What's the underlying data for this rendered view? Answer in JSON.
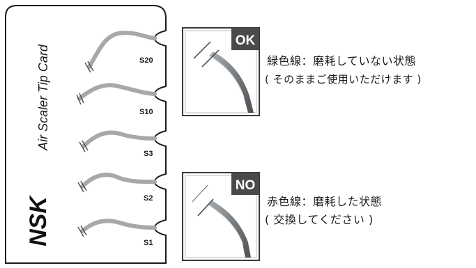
{
  "card": {
    "title": "Air Scaler Tip Card",
    "brand": "NSK",
    "slots": [
      {
        "label": "S20"
      },
      {
        "label": "S10"
      },
      {
        "label": "S3"
      },
      {
        "label": "S2"
      },
      {
        "label": "S1"
      }
    ]
  },
  "legend": {
    "ok": {
      "badge": "OK",
      "line1": "緑色線：磨耗していない状態",
      "line2": "( そのままご使用いただけます )"
    },
    "no": {
      "badge": "NO",
      "line1": "赤色線：磨耗した状態",
      "line2": "( 交換してください )"
    }
  }
}
